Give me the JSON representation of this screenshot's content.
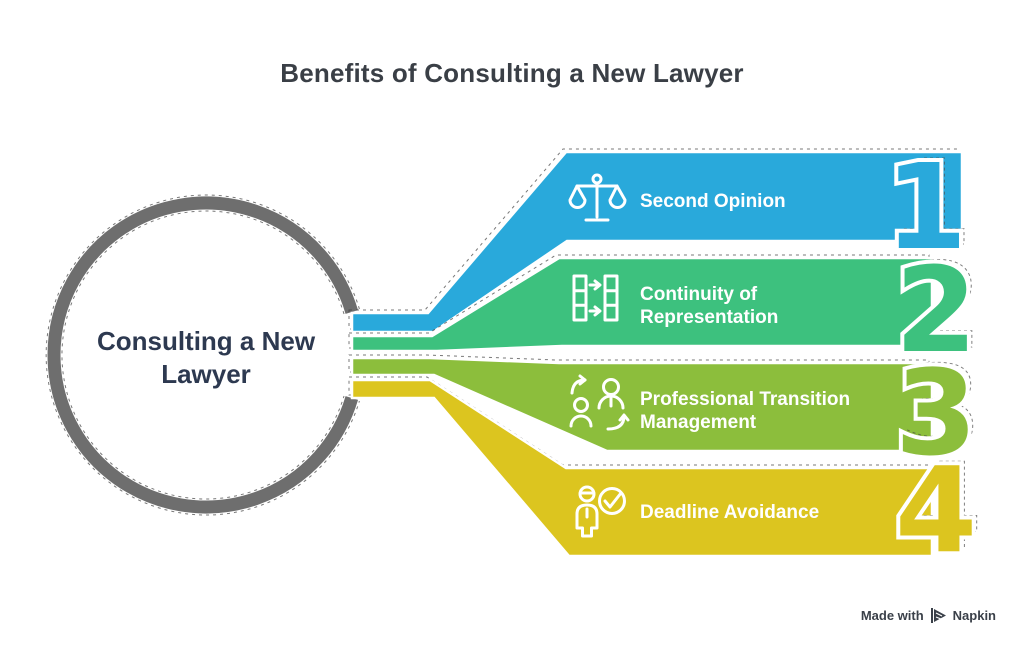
{
  "title": "Benefits of Consulting a New Lawyer",
  "center_label": {
    "line1": "Consulting a New",
    "line2": "Lawyer"
  },
  "items": [
    {
      "number": "1",
      "line1": "Second Opinion",
      "line2": "",
      "color": "#29A9DB",
      "icon": "scales-of-justice-icon"
    },
    {
      "number": "2",
      "line1": "Continuity of",
      "line2": "Representation",
      "color": "#3DC17E",
      "icon": "record-transfer-icon"
    },
    {
      "number": "3",
      "line1": "Professional Transition",
      "line2": "Management",
      "color": "#8CBE3C",
      "icon": "people-transition-icon"
    },
    {
      "number": "4",
      "line1": "Deadline Avoidance",
      "line2": "",
      "color": "#DCC51F",
      "icon": "person-check-icon"
    }
  ],
  "colors": {
    "ring": "#6E6E6E",
    "title_text": "#3A3F46",
    "center_text": "#2D3950",
    "banner_text": "#FFFFFF"
  },
  "footer": {
    "made_with": "Made with",
    "brand": "Napkin"
  }
}
